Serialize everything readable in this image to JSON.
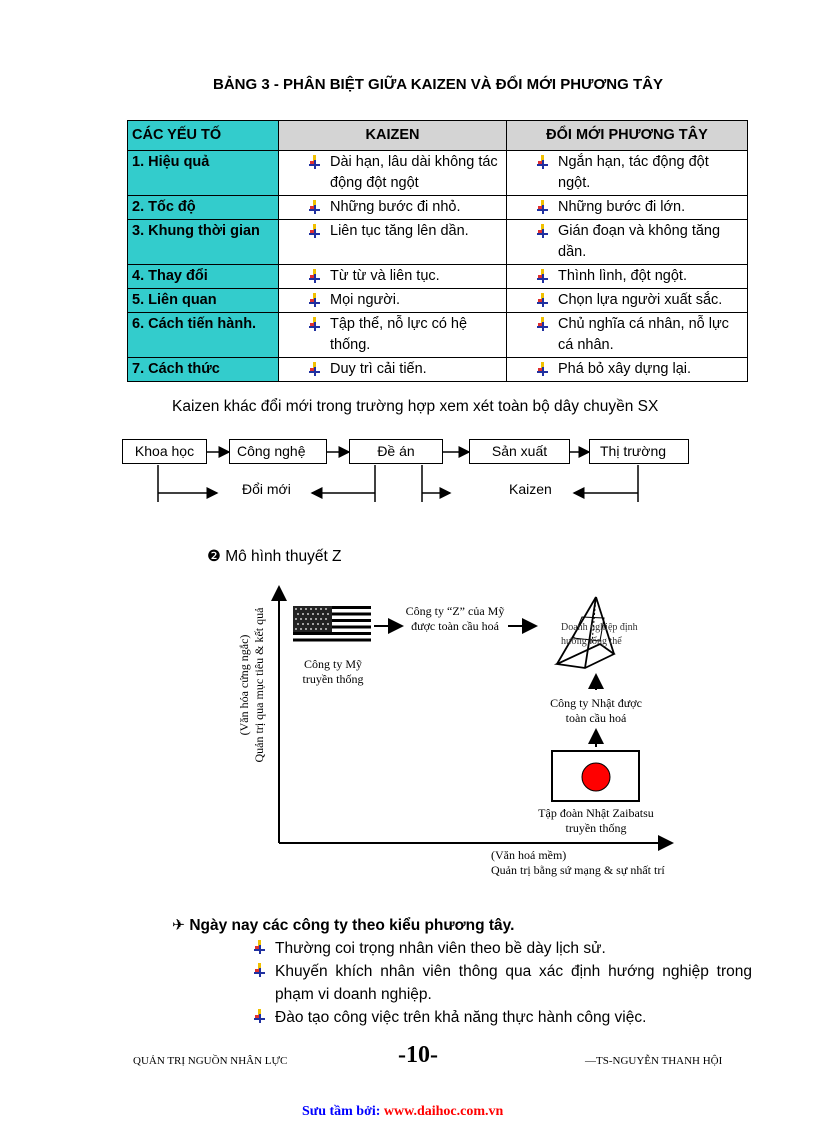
{
  "title": "BẢNG 3 - PHÂN BIỆT GIỮA KAIZEN VÀ ĐỔI MỚI PHƯƠNG TÂY",
  "table": {
    "headers": [
      "CÁC YẾU TỐ",
      "KAIZEN",
      "ĐỔI MỚI PHƯƠNG TÂY"
    ],
    "rows": [
      {
        "factor": "1. Hiệu quả",
        "kaizen": "Dài hạn, lâu dài không tác động đột ngột",
        "western": "Ngắn hạn, tác động đột ngột."
      },
      {
        "factor": "2. Tốc độ",
        "kaizen": "Những bước đi nhỏ.",
        "western": "Những bước đi lớn."
      },
      {
        "factor": "3. Khung thời gian",
        "kaizen": "Liên tục tăng lên dần.",
        "western": "Gián đoạn và không tăng dần."
      },
      {
        "factor": "4. Thay đổi",
        "kaizen": "Từ từ và liên tục.",
        "western": "Thình lình, đột ngột."
      },
      {
        "factor": "5. Liên quan",
        "kaizen": "Mọi người.",
        "western": "Chọn lựa người xuất sắc."
      },
      {
        "factor": "6. Cách tiến hành.",
        "kaizen": "Tập thể, nỗ lực có hệ thống.",
        "western": "Chủ nghĩa cá nhân, nỗ lực cá nhân."
      },
      {
        "factor": "7. Cách thức",
        "kaizen": "Duy trì cải tiến.",
        "western": "Phá bỏ xây dựng lại."
      }
    ],
    "header_color": "#33cccc",
    "bullet_icon": "hand-pointer-icon"
  },
  "flow": {
    "caption": "Kaizen khác đổi mới trong trường hợp xem xét toàn bộ dây chuyền SX",
    "steps": [
      "Khoa học",
      "Công nghệ",
      "Đề án",
      "Sản xuất",
      "Thị trường"
    ],
    "innovation_label": "Đổi mới",
    "kaizen_label": "Kaizen"
  },
  "z_model": {
    "heading_icon": "❷",
    "heading": "Mô hình thuyết Z",
    "y_axis_line1": "(Văn hóa cứng ngắc)",
    "y_axis_line2": "Quản trị qua mục tiêu & kết quả",
    "x_axis_line1": "(Văn hoá mềm)",
    "x_axis_line2": "Quản trị bằng sứ mạng & sự nhất trí",
    "us_traditional": "Công ty Mỹ truyền thống",
    "us_z": "Công ty “Z” của Mỹ được toàn cầu hoá",
    "pyramid": "Doanh nghiệp định hướng tổng thể",
    "jp_global": "Công ty Nhật được toàn cầu hoá",
    "jp_traditional": "Tập đoàn Nhật Zaibatsu truyền thống"
  },
  "western_today": {
    "heading_icon": "✈",
    "heading": "Ngày nay các công ty theo kiểu phương tây.",
    "items": [
      "Thường coi trọng nhân viên theo bề dày lịch sử.",
      "Khuyến khích nhân viên thông qua xác định hướng nghiệp trong phạm vi doanh nghiệp.",
      "Đào tạo công việc trên khả năng thực hành công việc."
    ]
  },
  "footer": {
    "left": "QUẢN TRỊ NGUỒN NHÂN LỰC",
    "page": "-10-",
    "right": "—TS-NGUYỄN THANH HỘI",
    "source_label": "Sưu tầm bởi:",
    "source_url": "www.daihoc.com.vn",
    "source_label_color": "#0000ff",
    "source_url_color": "#ff0000"
  }
}
